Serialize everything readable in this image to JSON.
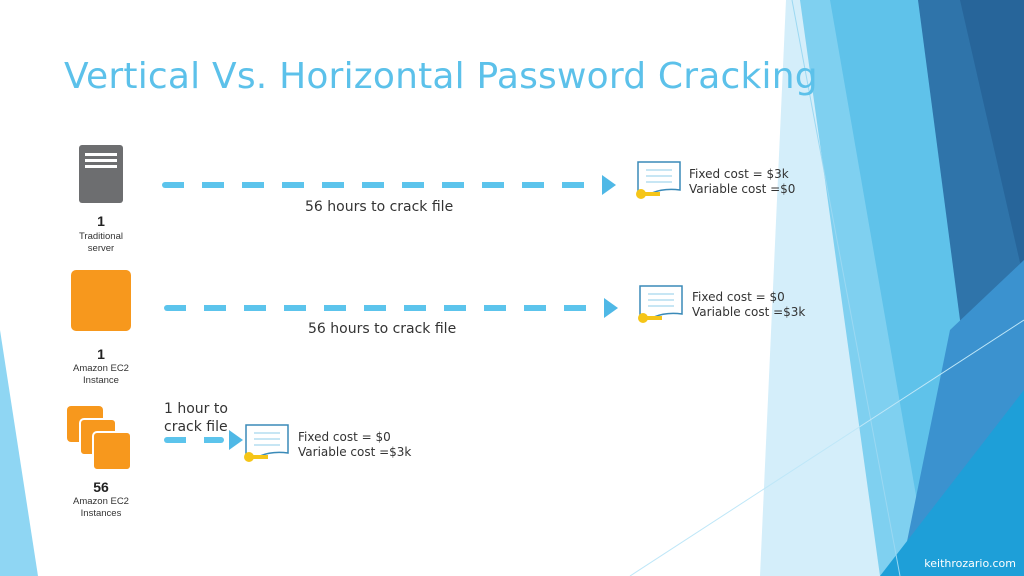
{
  "title": "Vertical Vs. Horizontal Password Cracking",
  "rows": [
    {
      "count": "1",
      "label_line1": "Traditional",
      "label_line2": "server",
      "time": "56 hours to crack file",
      "fixed_cost": "Fixed cost = $3k",
      "variable_cost": "Variable cost =$0"
    },
    {
      "count": "1",
      "label_line1": "Amazon EC2",
      "label_line2": "Instance",
      "time": "56 hours to crack file",
      "fixed_cost": "Fixed cost = $0",
      "variable_cost": "Variable cost =$3k"
    },
    {
      "count": "56",
      "label_line1": "Amazon EC2",
      "label_line2": "Instances",
      "time_line1": "1 hour to",
      "time_line2": "crack file",
      "fixed_cost": "Fixed cost = $0",
      "variable_cost": "Variable cost =$3k"
    }
  ],
  "footer": "keithrozario.com",
  "colors": {
    "accent": "#5cc1ea",
    "orange": "#f7981d",
    "server_gray": "#6d6e70"
  }
}
